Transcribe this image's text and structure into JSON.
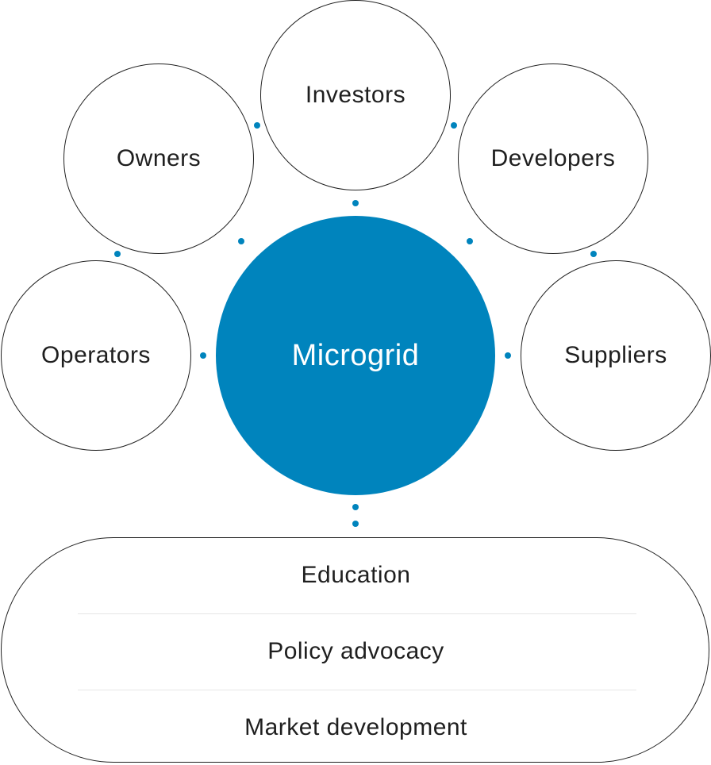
{
  "center": {
    "label": "Microgrid"
  },
  "stakeholders": {
    "investors": "Investors",
    "owners": "Owners",
    "developers": "Developers",
    "operators": "Operators",
    "suppliers": "Suppliers"
  },
  "foundation": {
    "items": [
      "Education",
      "Policy advocacy",
      "Market development"
    ]
  },
  "colors": {
    "accent": "#0084bd",
    "outline": "#222222",
    "divider": "#e6e6e6"
  }
}
